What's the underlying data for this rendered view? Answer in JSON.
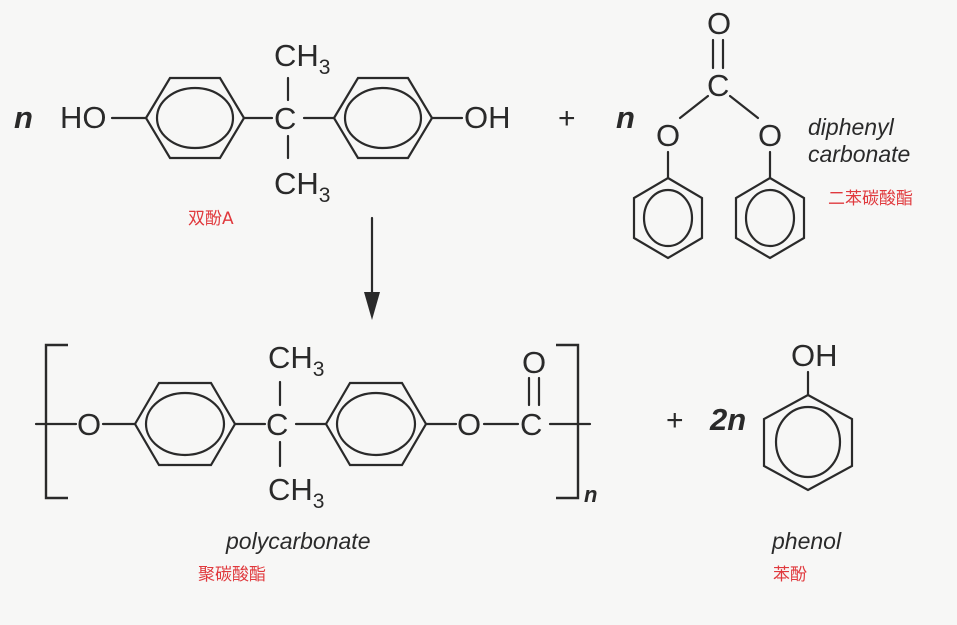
{
  "reaction": {
    "reactant1": {
      "coefficient": "n",
      "left_group": "HO",
      "right_group": "OH",
      "center_atom": "C",
      "top_substituent": "CH",
      "bottom_substituent": "CH",
      "subscript": "3",
      "name_cn": "双酚A"
    },
    "plus1": "+",
    "reactant2": {
      "coefficient": "n",
      "carbonyl_o": "O",
      "carbon": "C",
      "ester_o_left": "O",
      "ester_o_right": "O",
      "name_en_line1": "diphenyl",
      "name_en_line2": "carbonate",
      "name_cn": "二苯碳酸酯"
    },
    "product1": {
      "left_o": "O",
      "center_atom": "C",
      "top_substituent": "CH",
      "bottom_substituent": "CH",
      "subscript": "3",
      "right_o": "O",
      "carbonyl_c": "C",
      "carbonyl_o": "O",
      "repeat_n": "n",
      "name_en": "polycarbonate",
      "name_cn": "聚碳酸酯"
    },
    "plus2": "+",
    "product2": {
      "coefficient": "2n",
      "oh": "OH",
      "name_en": "phenol",
      "name_cn": "苯酚"
    }
  }
}
